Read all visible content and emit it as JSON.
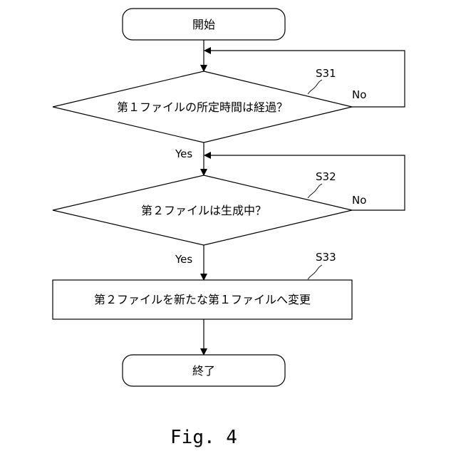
{
  "flowchart": {
    "start": "開始",
    "s31": {
      "ref": "S31",
      "text": "第１ファイルの所定時間は経過？",
      "no": "No",
      "yes": "Yes"
    },
    "s32": {
      "ref": "S32",
      "text": "第２ファイルは生成中？",
      "no": "No",
      "yes": "Yes"
    },
    "s33": {
      "ref": "S33",
      "text": "第２ファイルを新たな第１ファイルへ変更"
    },
    "end": "終了"
  },
  "figure_label": "Fig. 4"
}
